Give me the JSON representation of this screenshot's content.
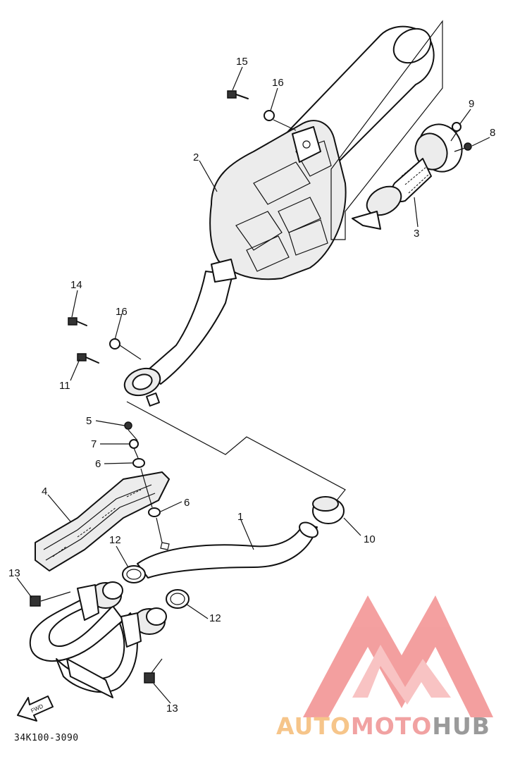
{
  "diagram": {
    "part_code": "34K100-3090",
    "fwd_label": "FWD",
    "callouts": [
      {
        "id": "c1",
        "label": "1"
      },
      {
        "id": "c2",
        "label": "2"
      },
      {
        "id": "c3",
        "label": "3"
      },
      {
        "id": "c4",
        "label": "4"
      },
      {
        "id": "c5",
        "label": "5"
      },
      {
        "id": "c6a",
        "label": "6"
      },
      {
        "id": "c6b",
        "label": "6"
      },
      {
        "id": "c7",
        "label": "7"
      },
      {
        "id": "c8",
        "label": "8"
      },
      {
        "id": "c9",
        "label": "9"
      },
      {
        "id": "c10",
        "label": "10"
      },
      {
        "id": "c11",
        "label": "11"
      },
      {
        "id": "c12a",
        "label": "12"
      },
      {
        "id": "c12b",
        "label": "12"
      },
      {
        "id": "c13a",
        "label": "13"
      },
      {
        "id": "c13b",
        "label": "13"
      },
      {
        "id": "c14",
        "label": "14"
      },
      {
        "id": "c15",
        "label": "15"
      },
      {
        "id": "c16a",
        "label": "16"
      },
      {
        "id": "c16b",
        "label": "16"
      }
    ]
  },
  "watermark": {
    "part1": "AUTO",
    "part2": "MOTO",
    "part3": "HUB",
    "colors": {
      "auto": "#f6c58a",
      "moto": "#f1a2a2",
      "hub": "#9a9a9a",
      "logo": "#f08080"
    }
  }
}
